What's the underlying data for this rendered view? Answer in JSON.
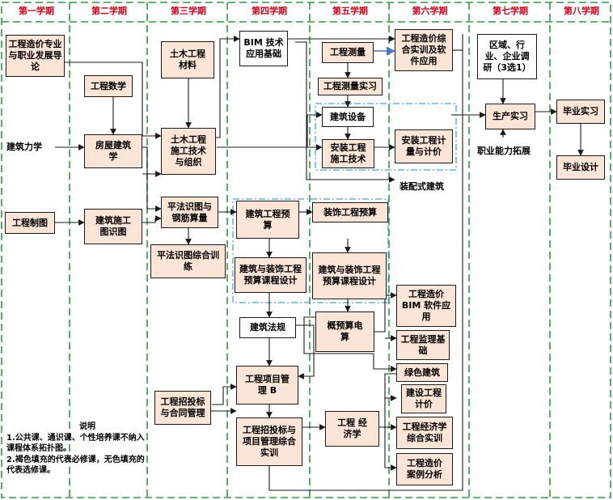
{
  "semesters": [
    "第一学期",
    "第二学期",
    "第三学期",
    "第四学期",
    "第五学期",
    "第六学期",
    "第七学期",
    "第八学期"
  ],
  "courses": {
    "c1_intro": "工程造价专业\n与职业发展导\n论",
    "c1_mech": "建筑力学",
    "c1_draw": "工程制图",
    "c2_math": "工程数学",
    "c2_house": "房屋建筑\n学",
    "c2_read": "建筑施工\n图识图",
    "c3_material": "土木工程\n材料",
    "c3_tech": "土木工程\n施工技术\n与组织",
    "c3_rebar": "平法识图与\n钢筋算量",
    "c3_rebar_train": "平法识图综合训\n练",
    "c3_bid": "工程招投标\n与合同管理",
    "c4_bim": "BIM 技术\n应用基础",
    "c4_budget": "建筑工程预\n算",
    "c4_budget_design": "建筑与装饰工程\n预算课程设计",
    "c4_law": "建筑法规",
    "c4_pm": "工程项目管\n理 B",
    "c4_bid_train": "工程招投标与\n项目管理综合\n实训",
    "c5_survey": "工程测量",
    "c5_survey_train": "工程测量实习",
    "c5_equip": "建筑设备",
    "c5_install": "安装工程\n施工技术",
    "c5_prefab": "装配式建筑",
    "c5_deco": "装饰工程预算",
    "c5_deco_design": "建筑与装饰工程\n预算课程设计",
    "c5_estimate": "概预算电\n算",
    "c5_econ": "工程  经\n济学",
    "c6_software": "工程造价综\n合实训及软\n件应用",
    "c6_install_calc": "安装工程计\n量与计价",
    "c6_bim_app": "工程造价\nBIM 软件应\n用",
    "c6_supervise": "工程监理基\n础",
    "c6_green": "绿色建筑",
    "c6_build_calc": "建设工程\n计价",
    "c6_econ_train": "工程经济学\n综合实训",
    "c6_case": "工程造价\n案例分析",
    "c7_survey": "区域、行\n业、企业调\n研（3选1）",
    "c7_practice": "生产实习",
    "c7_expand": "职业能力拓展",
    "c8_intern": "毕业实习",
    "c8_design": "毕业设计"
  },
  "notes": {
    "title": "说明",
    "line1": "1.公共课、通识课、个性培养课不纳入课程体系拓扑图。",
    "line2": "2.褐色填充的代表必修课，无色填充的代表选修课。"
  },
  "colors": {
    "required_fill": "#fbe5d6",
    "border_dashed": "#2e9a3e",
    "header_text": "#d9001b",
    "group_dashed": "#3fa9d8",
    "arrow": "#1a1a1a",
    "highlight_arrow": "#4a77c9"
  }
}
